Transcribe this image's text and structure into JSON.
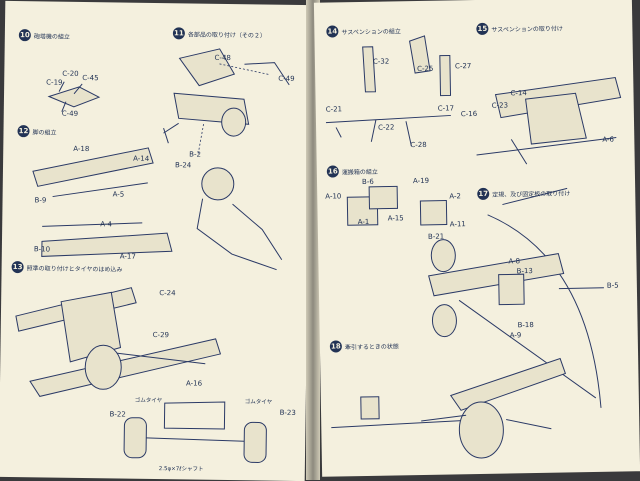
{
  "left_page": {
    "step10": {
      "num": "10",
      "title": "砲塔機の組立",
      "parts": [
        "C-20",
        "C-19",
        "C-45",
        "C-49"
      ]
    },
    "step11": {
      "num": "11",
      "title": "各部品の取り付け（その２）",
      "parts": [
        "C-48",
        "C-49",
        "B-2",
        "B-24"
      ]
    },
    "step12": {
      "num": "12",
      "title": "脚の組立",
      "parts": [
        "A-18",
        "A-14",
        "B-9",
        "A-5",
        "A-4",
        "B-10",
        "A-17"
      ]
    },
    "step13": {
      "num": "13",
      "title": "照準の取り付けとタイヤのはめ込み",
      "parts": [
        "C-24",
        "C-29",
        "A-16",
        "B-22",
        "B-23"
      ]
    },
    "labels": {
      "tire1": "ゴムタイヤ",
      "tire2": "ゴムタイヤ",
      "shaft": "2.5φ×7ℓシャフト"
    }
  },
  "right_page": {
    "step14": {
      "num": "14",
      "title": "サスペンションの組立",
      "parts": [
        "C-32",
        "C-25",
        "C-27",
        "C-21",
        "C-22",
        "C-28",
        "C-17",
        "C-16"
      ]
    },
    "step15": {
      "num": "15",
      "title": "サスペンションの取り付け",
      "parts": [
        "C-14",
        "C-23",
        "A-6"
      ]
    },
    "step16": {
      "num": "16",
      "title": "運搬箱の組立",
      "parts": [
        "A-10",
        "B-6",
        "A-19",
        "A-2",
        "A-15",
        "A-1",
        "B-21",
        "A-11"
      ]
    },
    "step17": {
      "num": "17",
      "title": "定規、及び固定板の取り付け",
      "parts": [
        "A-8",
        "B-13",
        "B-5",
        "B-18",
        "A-9"
      ]
    },
    "step18": {
      "num": "18",
      "title": "牽引するときの状態"
    }
  }
}
